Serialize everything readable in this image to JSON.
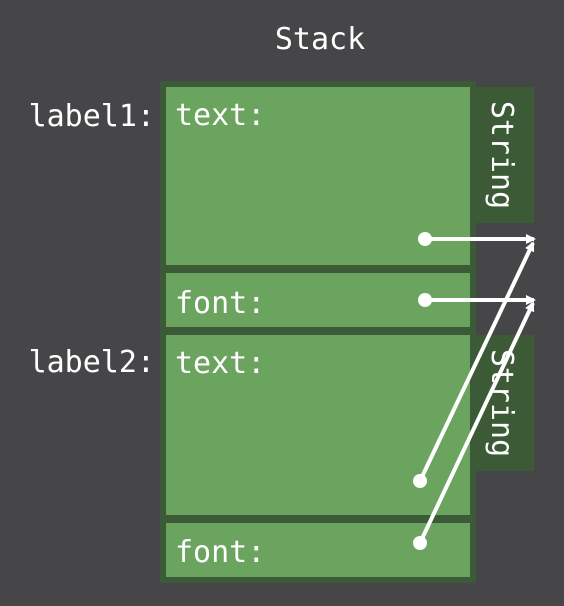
{
  "title": "Stack",
  "labels": {
    "label1": "label1:",
    "label2": "label2:"
  },
  "fields": {
    "label1_text": "text:",
    "label1_font": "font:",
    "label2_text": "text:",
    "label2_font": "font:"
  },
  "types": {
    "first": "String",
    "second": "String"
  },
  "colors": {
    "background": "#464547",
    "cell_fill": "#6ba45f",
    "cell_border": "#3c5a37",
    "type_box": "#3b5a35",
    "text": "#ffffff",
    "arrow": "#ffffff"
  }
}
